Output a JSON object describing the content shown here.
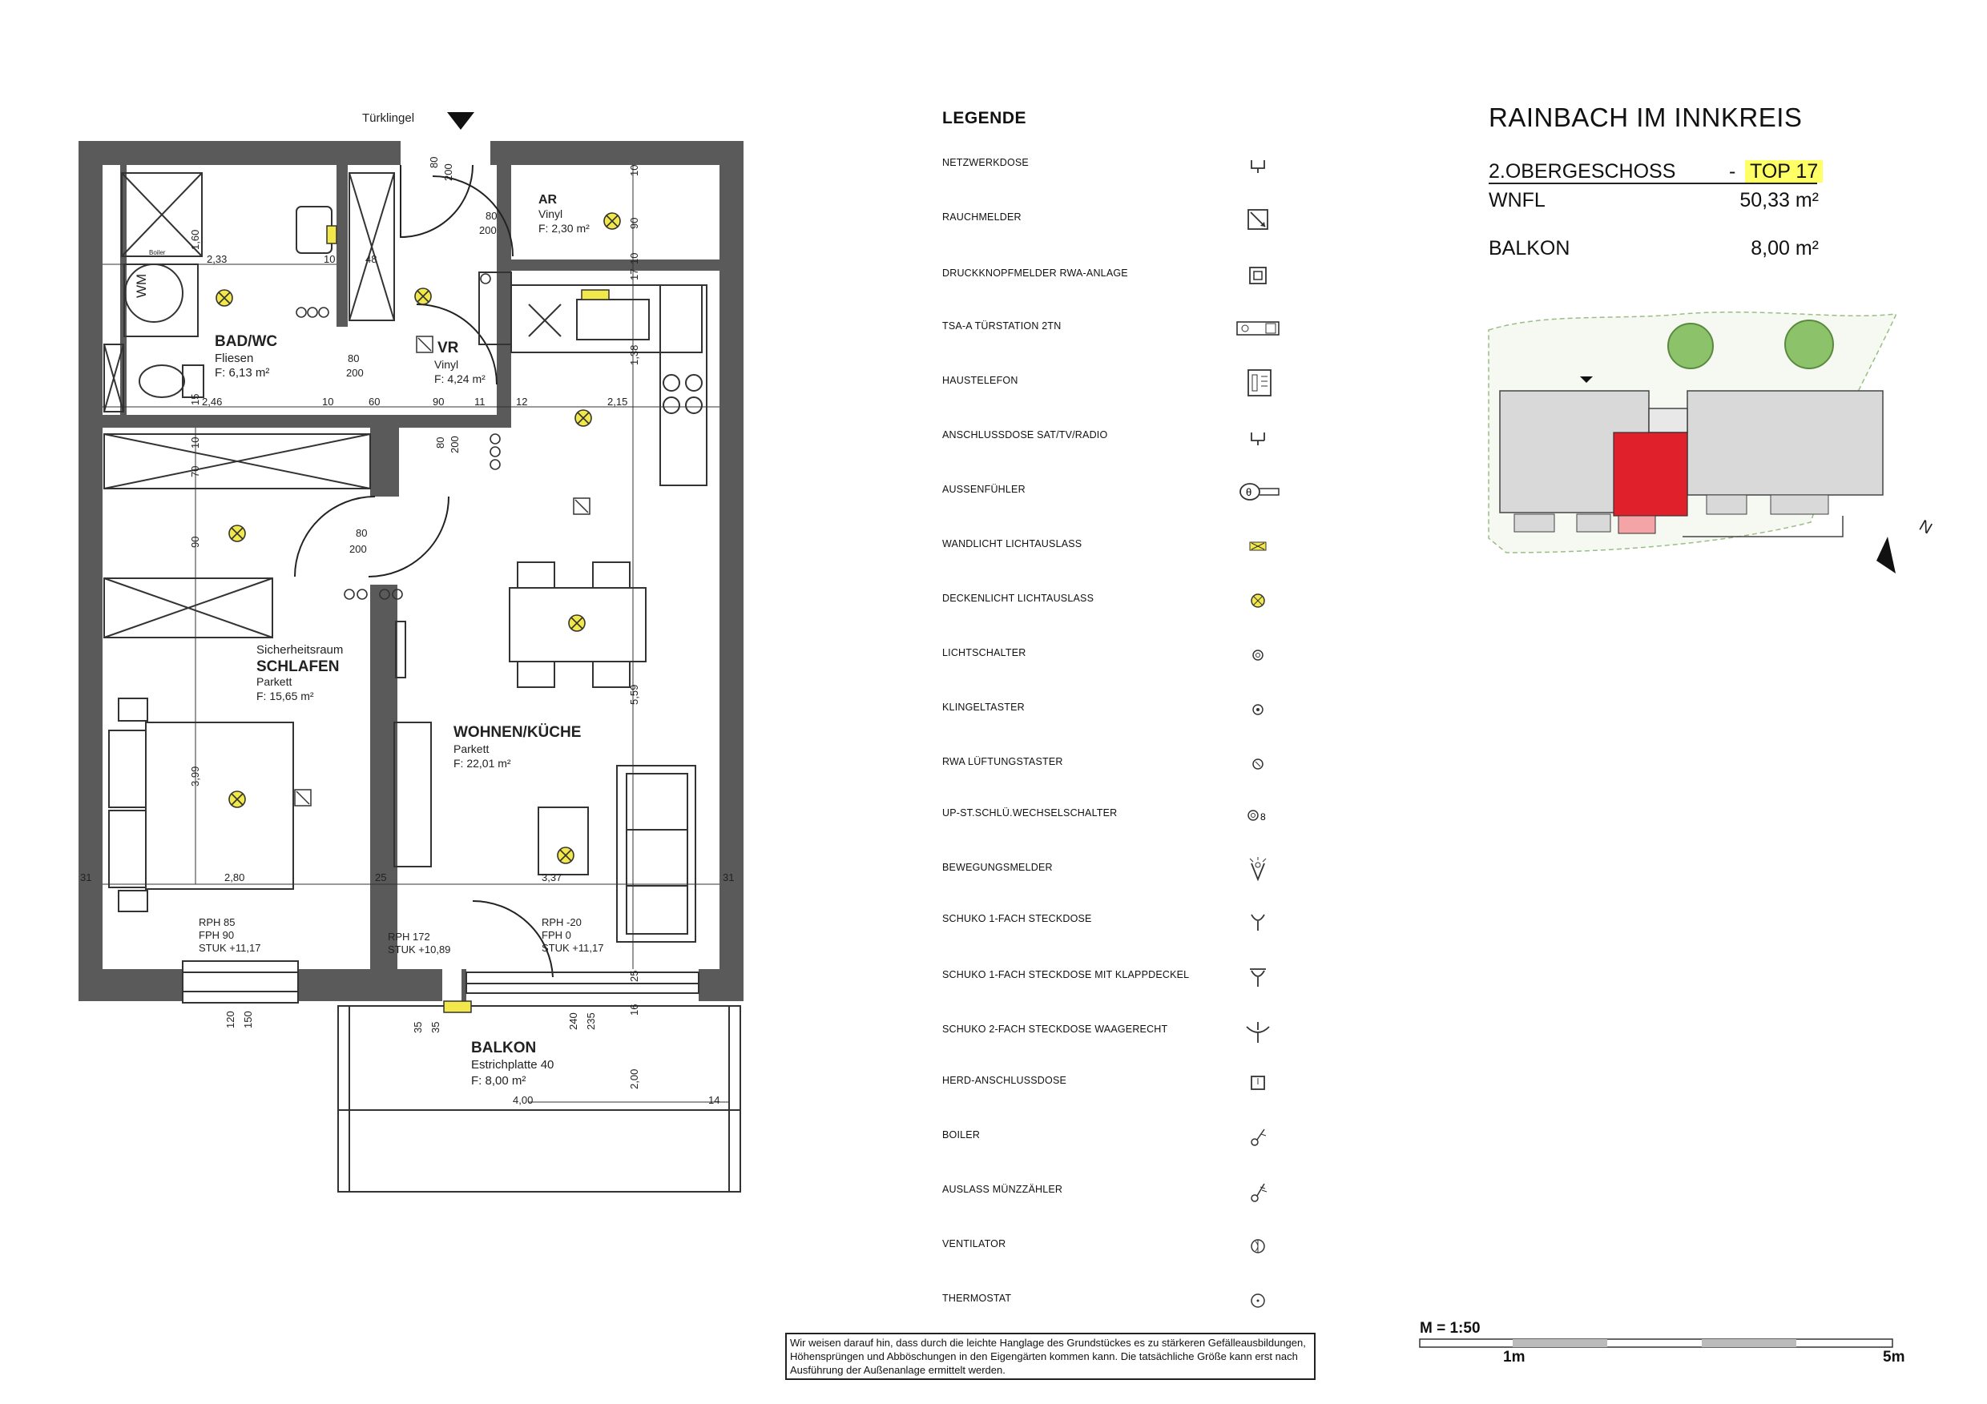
{
  "project": {
    "title": "RAINBACH IM INNKREIS",
    "floor": "2.OBERGESCHOSS",
    "dash": "-",
    "unit": "TOP 17",
    "wnfl_label": "WNFL",
    "wnfl_value": "50,33 m²",
    "balkon_label": "BALKON",
    "balkon_value": "8,00 m²"
  },
  "legend": {
    "title": "LEGENDE",
    "items": [
      {
        "label": "NETZWERKDOSE",
        "icon": "network-socket-icon"
      },
      {
        "label": "RAUCHMELDER",
        "icon": "smoke-detector-icon"
      },
      {
        "label": "DRUCKKNOPFMELDER RWA-ANLAGE",
        "icon": "push-button-rwa-icon"
      },
      {
        "label": "TSA-A TÜRSTATION 2TN",
        "icon": "door-station-icon"
      },
      {
        "label": "HAUSTELEFON",
        "icon": "house-phone-icon"
      },
      {
        "label": "ANSCHLUSSDOSE SAT/TV/RADIO",
        "icon": "sat-tv-socket-icon"
      },
      {
        "label": "AUSSENFÜHLER",
        "icon": "outdoor-sensor-icon"
      },
      {
        "label": "WANDLICHT LICHTAUSLASS",
        "icon": "wall-light-icon"
      },
      {
        "label": "DECKENLICHT LICHTAUSLASS",
        "icon": "ceiling-light-icon"
      },
      {
        "label": "LICHTSCHALTER",
        "icon": "light-switch-icon"
      },
      {
        "label": "KLINGELTASTER",
        "icon": "doorbell-button-icon"
      },
      {
        "label": "RWA LÜFTUNGSTASTER",
        "icon": "rwa-vent-button-icon"
      },
      {
        "label": "UP-ST.SCHLÜ.WECHSELSCHALTER",
        "icon": "key-switch-icon"
      },
      {
        "label": "BEWEGUNGSMELDER",
        "icon": "motion-detector-icon"
      },
      {
        "label": "SCHUKO 1-FACH STECKDOSE",
        "icon": "socket-single-icon"
      },
      {
        "label": "SCHUKO 1-FACH STECKDOSE MIT KLAPPDECKEL",
        "icon": "socket-lid-icon"
      },
      {
        "label": "SCHUKO 2-FACH STECKDOSE WAAGERECHT",
        "icon": "socket-double-icon"
      },
      {
        "label": "HERD-ANSCHLUSSDOSE",
        "icon": "stove-socket-icon"
      },
      {
        "label": "BOILER",
        "icon": "boiler-icon"
      },
      {
        "label": "AUSLASS MÜNZZÄHLER",
        "icon": "coin-meter-icon"
      },
      {
        "label": "VENTILATOR",
        "icon": "fan-icon"
      },
      {
        "label": "THERMOSTAT",
        "icon": "thermostat-icon"
      }
    ]
  },
  "rooms": {
    "bad": {
      "name": "BAD/WC",
      "floor": "Fliesen",
      "area": "F: 6,13 m²"
    },
    "ar": {
      "name": "AR",
      "floor": "Vinyl",
      "area": "F: 2,30 m²"
    },
    "vr": {
      "name": "VR",
      "floor": "Vinyl",
      "area": "F: 4,24 m²"
    },
    "schlafen": {
      "pre": "Sicherheitsraum",
      "name": "SCHLAFEN",
      "floor": "Parkett",
      "area": "F: 15,65 m²"
    },
    "wohnen": {
      "name": "WOHNEN/KÜCHE",
      "floor": "Parkett",
      "area": "F: 22,01 m²"
    },
    "balkon": {
      "name": "BALKON",
      "floor": "Estrichplatte 40",
      "area": "F: 8,00 m²"
    }
  },
  "plan_text": {
    "tuerklingel": "Türklingel",
    "wm": "WM",
    "boiler": "Boiler",
    "dim_233": "2,33",
    "dim_10a": "10",
    "dim_48": "48",
    "dim_160": "1,60",
    "dim_246": "2,46",
    "dim_10b": "10",
    "dim_60": "60",
    "dim_90": "90",
    "dim_11": "11",
    "dim_12": "12",
    "dim_215": "2,15",
    "dim_138": "1,38",
    "dim_17": "17",
    "dim_10c": "10",
    "dim_10d": "10",
    "dim_90b": "90",
    "dim_200": "200",
    "door_80_200_a": "80",
    "door_200_a": "200",
    "door_80_200_b": "80",
    "door_200_b": "200",
    "door_80_c": "80",
    "door_200_c": "200",
    "door_80_d": "80",
    "door_200_d": "200",
    "dim_10e": "10",
    "dim_70": "70",
    "dim_90c": "90",
    "dim_15": "15",
    "dim_399": "3,99",
    "dim_31a": "31",
    "dim_280": "2,80",
    "dim_25a": "25",
    "dim_337": "3,37",
    "dim_31b": "31",
    "dim_559": "5,59",
    "rph1": "RPH 85",
    "fph1": "FPH 90",
    "stuk1": "STUK +11,17",
    "rph2": "RPH 172",
    "stuk2": "STUK +10,89",
    "rph3": "RPH -20",
    "fph3": "FPH 0",
    "stuk3": "STUK +11,17",
    "dim_120": "120",
    "dim_150": "150",
    "dim_35a": "35",
    "dim_35b": "35",
    "dim_240": "240",
    "dim_235": "235",
    "dim_25b": "25",
    "dim_16": "16",
    "dim_200m": "2,00",
    "dim_400": "4,00",
    "dim_14": "14"
  },
  "note": "Wir weisen darauf hin, dass durch die leichte Hanglage des Grundstückes es zu stärkeren Gefälleausbildungen, Höhensprüngen und Abböschungen in den Eigengärten kommen kann. Die tatsächliche Größe kann erst nach Ausführung der Außenanlage ermittelt werden.",
  "scale": {
    "label": "M = 1:50",
    "tick1": "1m",
    "tick5": "5m"
  },
  "site": {
    "north": "N"
  },
  "colors": {
    "wall": "#5a5a5a",
    "light": "#f2e84a",
    "highlight": "#ffff66",
    "unit_red": "#e0212b",
    "unit_pink": "#f4a3a6",
    "building_grey": "#d9d9d9",
    "tree": "#8cc26a"
  }
}
